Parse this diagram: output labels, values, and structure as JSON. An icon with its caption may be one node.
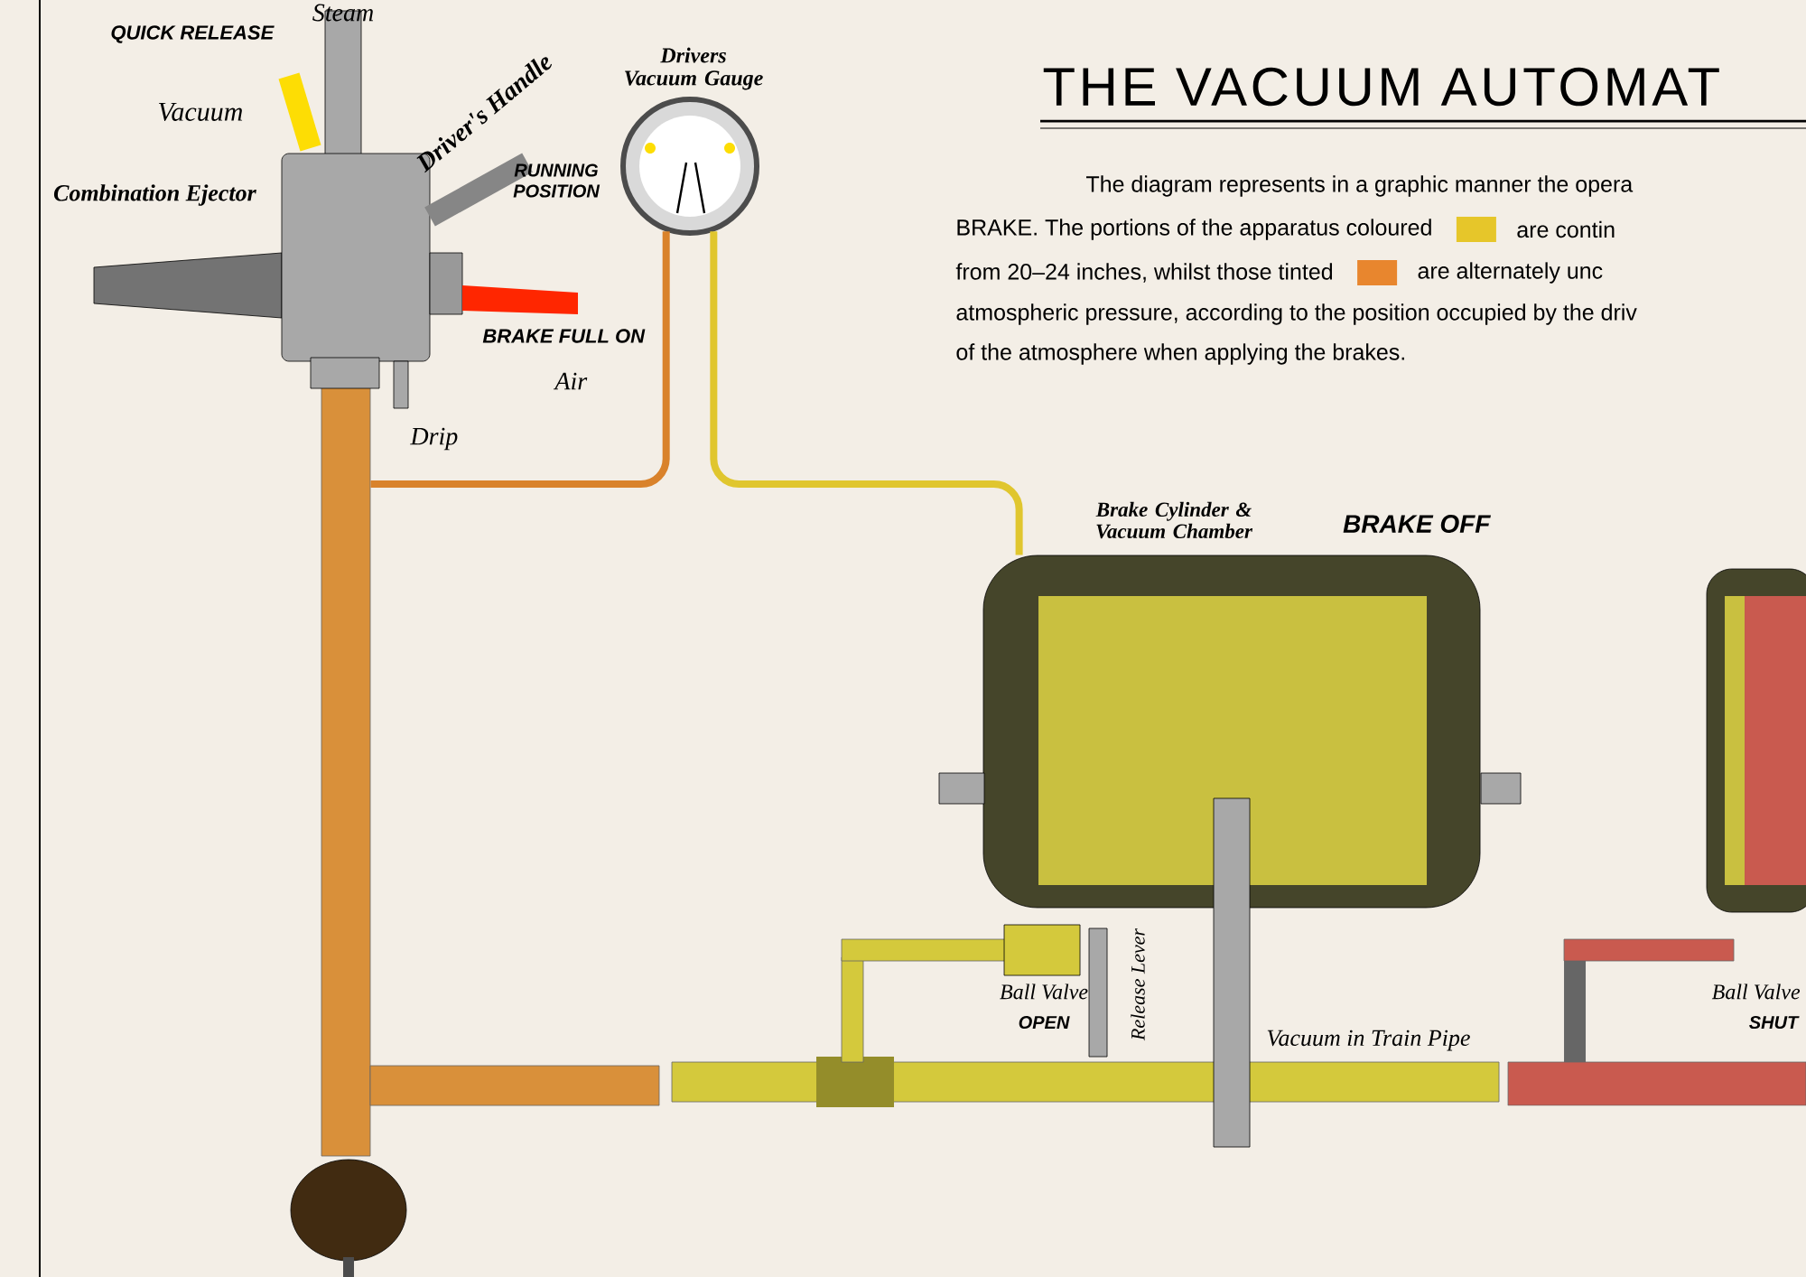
{
  "diagram": {
    "title": "THE VACUUM AUTOMAT",
    "nodes": [
      {
        "text": [
          "Combination Ejector"
        ]
      },
      {
        "text": [
          "Drivers Vacuum Gauge"
        ]
      },
      {
        "text": [
          "Brake Cylinder & Vacuum Chamber"
        ],
        "beside": [
          "BRAKE OFF"
        ]
      },
      {
        "text": [],
        "shape": "cylinder"
      }
    ],
    "edges": [
      {
        "from": 0,
        "to": 1,
        "arrow": "none",
        "color": "#d9822b"
      },
      {
        "from": 1,
        "to": 2,
        "arrow": "none",
        "color": "#e0c62e"
      }
    ],
    "labels": [
      "Steam",
      "QUICK RELEASE",
      "Vacuum",
      "Driver's Handle",
      "RUNNING POSITION",
      "BRAKE FULL ON",
      "Air",
      "Drip",
      "The diagram represents in a graphic manner the opera",
      "BRAKE. The portions of the apparatus coloured",
      "are contin",
      "from 20–24 inches, whilst those tinted",
      "are alternately unc",
      "atmospheric pressure, according to the position occupied by the driv",
      "of the atmosphere when applying the brakes.",
      "Ball Valve",
      "OPEN",
      "Release Lever",
      "Vacuum in Train Pipe",
      "Ball Valve",
      "SHUT"
    ]
  }
}
